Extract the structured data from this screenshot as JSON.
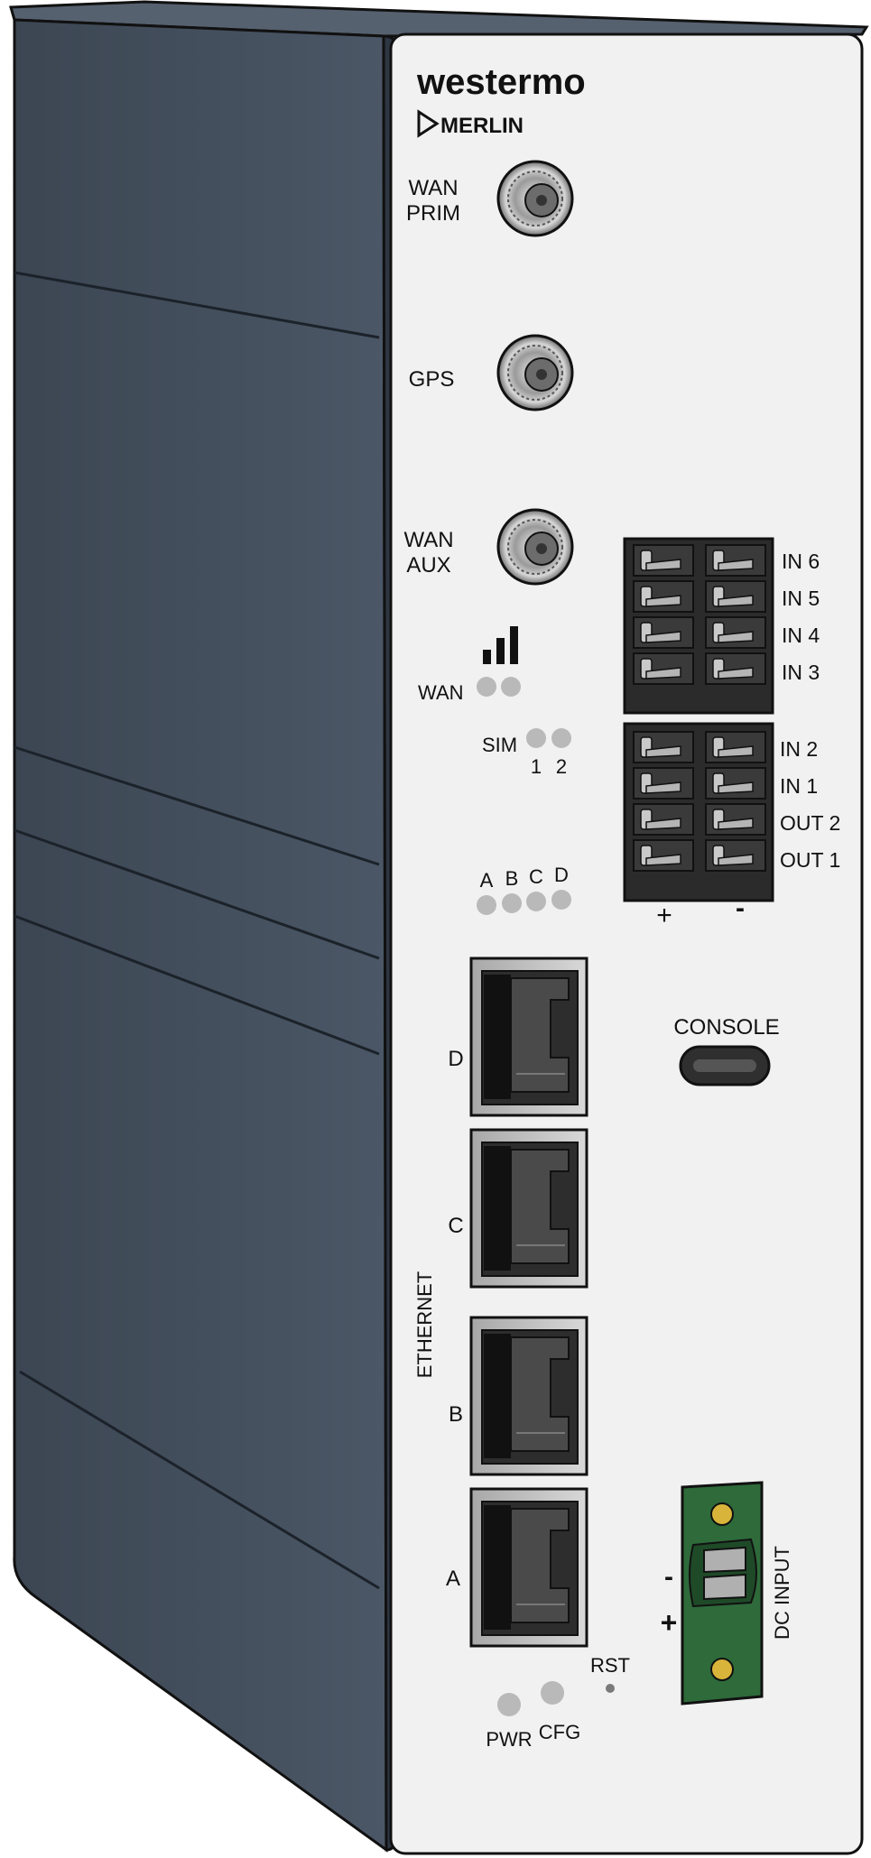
{
  "brand": {
    "name": "westermo",
    "product": "MERLIN"
  },
  "antenna_ports": {
    "wan_prim_line1": "WAN",
    "wan_prim_line2": "PRIM",
    "gps": "GPS",
    "wan_aux_line1": "WAN",
    "wan_aux_line2": "AUX"
  },
  "leds": {
    "wan": "WAN",
    "sim": "SIM",
    "sim_1": "1",
    "sim_2": "2",
    "a": "A",
    "b": "B",
    "c": "C",
    "d": "D",
    "pwr": "PWR",
    "cfg": "CFG",
    "rst": "RST"
  },
  "io_labels": {
    "in6": "IN 6",
    "in5": "IN 5",
    "in4": "IN 4",
    "in3": "IN 3",
    "in2": "IN 2",
    "in1": "IN 1",
    "out2": "OUT 2",
    "out1": "OUT 1",
    "plus": "+",
    "minus": "-"
  },
  "console": "CONSOLE",
  "ethernet": {
    "title": "ETHERNET",
    "d": "D",
    "c": "C",
    "b": "B",
    "a": "A"
  },
  "dc_input": {
    "title": "DC INPUT",
    "minus": "-",
    "plus": "+"
  },
  "colors": {
    "body": "#485463",
    "faceplate": "#f1f1f1",
    "terminal": "#2b2b2b",
    "dc_block": "#2e6a3a",
    "led": "#b9b9b9"
  }
}
